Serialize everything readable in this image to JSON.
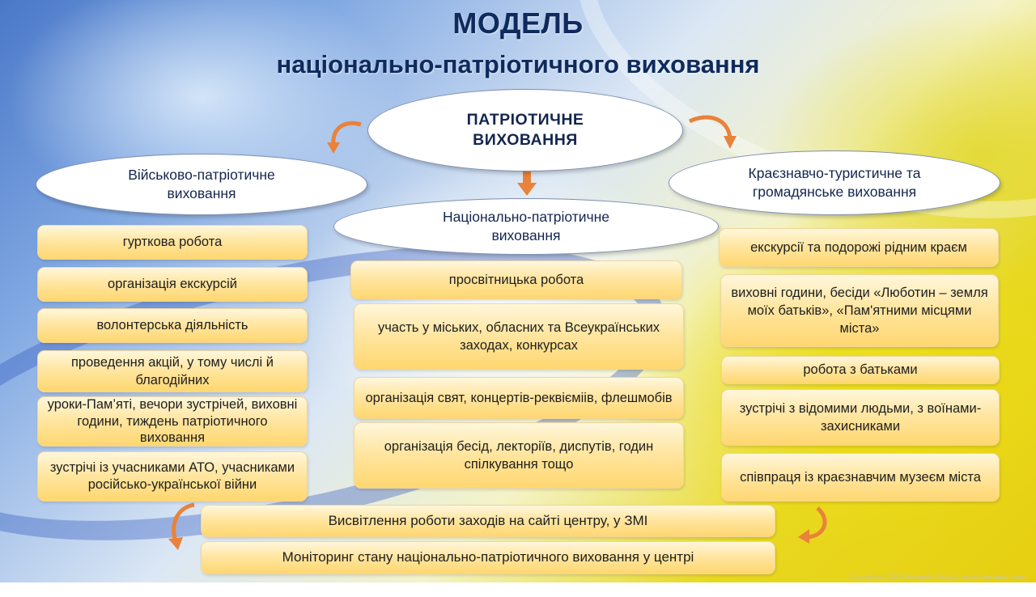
{
  "title": {
    "line1": "МОДЕЛЬ",
    "line2": "національно-патріотичного виховання"
  },
  "center_oval": {
    "line1": "ПАТРІОТИЧНЕ",
    "line2": "ВИХОВАННЯ"
  },
  "left_oval": {
    "line1": "Військово-патріотичне",
    "line2": "виховання"
  },
  "middle_oval": {
    "line1": "Національно-патріотичне",
    "line2": "виховання"
  },
  "right_oval": {
    "line1": "Краєзнавчо-туристичне та",
    "line2": "громадянське виховання"
  },
  "left_items": [
    "гурткова робота",
    "організація екскурсій",
    "волонтерська діяльність",
    "проведення акцій, у тому числі й благодійних",
    "уроки-Пам’яті, вечори зустрічей, виховні години, тиждень патріотичного виховання",
    "зустрічі із учасниками АТО, учасниками російсько-української війни"
  ],
  "middle_items": [
    "просвітницька робота",
    "участь у міських, обласних  та Всеукраїнських заходах, конкурсах",
    "організація свят, концертів-реквієміів, флешмобів",
    "організація бесід, лекторіїв, диспутів, годин спілкування тощо"
  ],
  "right_items": [
    "екскурсії та подорожі рідним краєм",
    "виховні години, бесіди «Люботин – земля моїх батьків», «Пам'ятними місцями міста»",
    "робота з батьками",
    "зустрічі з відомими людьми, з воїнами-захисниками",
    "співпраця із краєзнавчим музеєм міста"
  ],
  "bottom_items": [
    "Висвітлення роботи заходів на сайті центру, у ЗМІ",
    "Моніторинг стану національно-патріотичного виховання у центрі"
  ],
  "credit": "Copyrights © 2008 Alexander Osokin | osokin.deviantart.com",
  "colors": {
    "title": "#0f2a5c",
    "box_fill": "#ffe6a2",
    "arrow": "#e9823a"
  }
}
